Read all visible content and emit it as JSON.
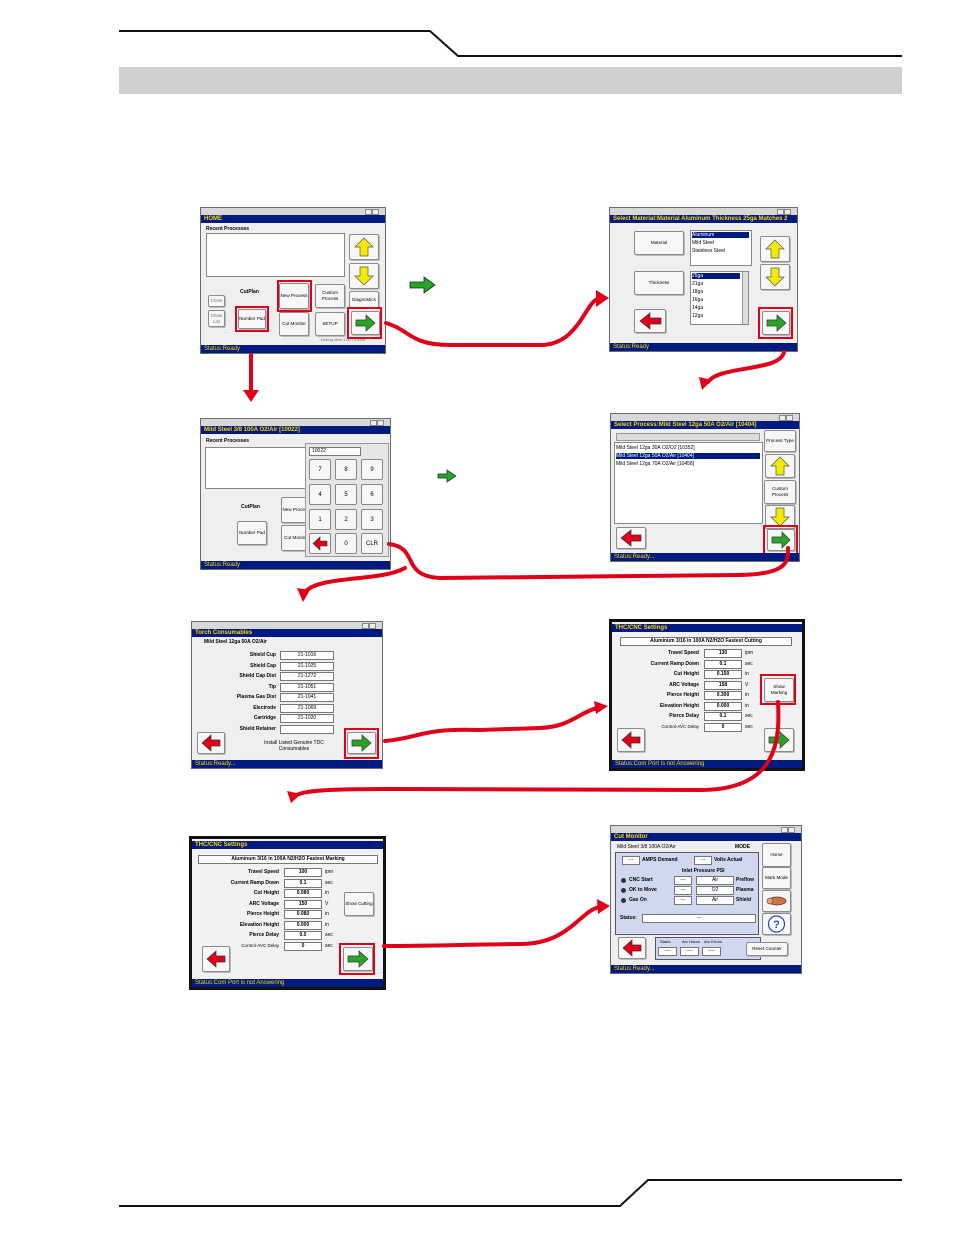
{
  "colors": {
    "accent_red": "#e0001a",
    "header_navy": "#001a80",
    "header_text": "#ffd800",
    "arrow_green": "#27a527",
    "arrow_yellow": "#f2ea00",
    "grey_band": "#d0d0d0"
  },
  "icons": [
    "arrow-up-icon",
    "arrow-down-icon",
    "arrow-right-icon",
    "arrow-left-icon",
    "help-icon",
    "torch-icon",
    "flow-arrow-icon"
  ],
  "s1": {
    "header": "HOME",
    "recent": "Recent Processes",
    "close": "Close",
    "show_list": "Show List",
    "cutplan": "CutPlan",
    "number_pad": "Number Pad",
    "new_process": "New Process",
    "custom_process": "Custom Process",
    "diagnostics": "Diagnostics",
    "cut_monitor": "Cut Monitor",
    "setup": "SETUP",
    "debug": "Debug Vers 1.00 / 23058",
    "status": "Status:Ready"
  },
  "s2": {
    "header": "Select Material:Material Aluminum  Thickness 25ga Matches 2",
    "material_btn": "Material",
    "thickness_btn": "Thickness",
    "materials": [
      "Aluminum",
      "Mild Steel",
      "Stainless Steel"
    ],
    "thicknesses": [
      "25ga",
      "21ga",
      "18ga",
      "16ga",
      "14ga",
      "12ga"
    ],
    "status": "Status:Ready"
  },
  "s3": {
    "header": "Mild Steel 3/8 100A O2/Air  [10022]",
    "recent": "Recent Processes",
    "entry": "10022",
    "keys": [
      "7",
      "8",
      "9",
      "4",
      "5",
      "6",
      "1",
      "2",
      "3",
      "",
      "0",
      "CLR"
    ],
    "cutplan": "CutPlan",
    "number_pad": "Number Pad",
    "new_process": "New Process",
    "cut_monitor": "Cut Monitor",
    "status": "Status:Ready"
  },
  "s4": {
    "header": "Select Process:Mild Steel 12ga 50A O2/Air  [10404]",
    "items": [
      "Mild Steel 12ga 30A O2/O2  [10352]",
      "Mild Steel 12ga 50A O2/Air  [10404]",
      "Mild Steel 12ga 70A O2/Air  [10458]"
    ],
    "process_type": "Process Type",
    "custom_process": "Custom Process",
    "status": "Status:Ready..."
  },
  "s5": {
    "header": "Torch Consumables",
    "subtitle": "Mild Steel 12ga 50A O2/Air",
    "rows": [
      {
        "label": "Shield Cup",
        "value": "21-1016"
      },
      {
        "label": "Shield Cap",
        "value": "21-1025"
      },
      {
        "label": "Shield Cap Dist",
        "value": "21-1272"
      },
      {
        "label": "Tip",
        "value": "21-1051"
      },
      {
        "label": "Plasma Gas Dist",
        "value": "21-1041"
      },
      {
        "label": "Electrode",
        "value": "21-1069"
      },
      {
        "label": "Cartridge",
        "value": "21-1020"
      },
      {
        "label": "Shield Retainer",
        "value": ""
      }
    ],
    "install": "Install Listed Genuine TDC Consumables",
    "status": "Status:Ready..."
  },
  "s6": {
    "header": "THC/CNC Settings",
    "title": "Aluminum 3/16 in 100A N2/H2O Fastest Cutting",
    "rows": [
      {
        "label": "Travel Speed",
        "value": "130",
        "unit": "ipm"
      },
      {
        "label": "Current Ramp Down",
        "value": "0.1",
        "unit": "sec"
      },
      {
        "label": "Cut Height",
        "value": "0.150",
        "unit": "in"
      },
      {
        "label": "ARC Voltage",
        "value": "158",
        "unit": "V"
      },
      {
        "label": "Pierce Height",
        "value": "0.300",
        "unit": "in"
      },
      {
        "label": "Elevation Height",
        "value": "0.000",
        "unit": "in"
      },
      {
        "label": "Pierce Delay",
        "value": "0.1",
        "unit": "sec"
      },
      {
        "label": "Control-AVC Delay",
        "value": "0",
        "unit": "sec"
      }
    ],
    "toggle": "Show Marking",
    "status": "Status:Com Port is not Answering"
  },
  "s7": {
    "header": "THC/CNC Settings",
    "title": "Aluminum 3/16 in 100A N2/H2O Fastest Marking",
    "rows": [
      {
        "label": "Travel Speed",
        "value": "100",
        "unit": "ipm"
      },
      {
        "label": "Current Ramp Down",
        "value": "0.1",
        "unit": "sec"
      },
      {
        "label": "Cut Height",
        "value": "0.080",
        "unit": "in"
      },
      {
        "label": "ARC Voltage",
        "value": "150",
        "unit": "V"
      },
      {
        "label": "Pierce Height",
        "value": "0.080",
        "unit": "in"
      },
      {
        "label": "Elevation Height",
        "value": "0.000",
        "unit": "in"
      },
      {
        "label": "Pierce Delay",
        "value": "0.0",
        "unit": "sec"
      },
      {
        "label": "Control-AVC Delay",
        "value": "0",
        "unit": "sec"
      }
    ],
    "toggle": "Show Cutting",
    "status": "Status:Com Port is not Answering"
  },
  "s8": {
    "header": "Cut Monitor",
    "process": "Mild Steel 3/8 100A O2/Air",
    "mode": "MODE",
    "amps_value": "---",
    "amps": "AMPS Demand",
    "volts_value": "---",
    "volts": "Volts Actual",
    "inlet": "Inlet Pressure PSI",
    "leds": [
      {
        "label": "CNC Start",
        "val": "---",
        "gas": "Air",
        "role": "Preflow"
      },
      {
        "label": "OK to Move",
        "val": "---",
        "gas": "O2",
        "role": "Plasma"
      },
      {
        "label": "Gas On",
        "val": "---",
        "gas": "Air",
        "role": "Shield"
      }
    ],
    "status_label": "Status:",
    "status_value": "---",
    "counters": [
      {
        "label": "Starts",
        "value": "----"
      },
      {
        "label": "Arc Hours",
        "value": "----"
      },
      {
        "label": "Arc Errors",
        "value": "----"
      }
    ],
    "reset": "Reset Counter",
    "home": "Home",
    "mark_mode": "Mark Mode",
    "help": "?",
    "status": "Status:Ready..."
  }
}
